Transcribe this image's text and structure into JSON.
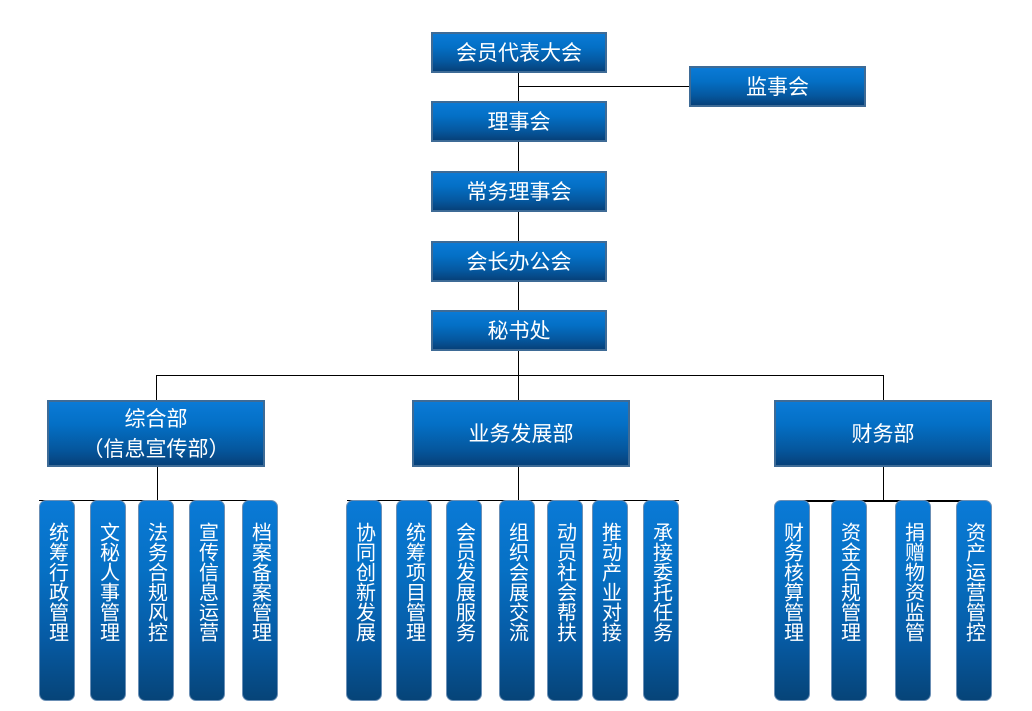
{
  "title": "组织架构图",
  "top_chain": [
    {
      "id": "congress",
      "label": "会员代表大会"
    },
    {
      "id": "council",
      "label": "理事会"
    },
    {
      "id": "standing-council",
      "label": "常务理事会"
    },
    {
      "id": "president-office",
      "label": "会长办公会"
    },
    {
      "id": "secretariat",
      "label": "秘书处"
    }
  ],
  "supervisory_board": {
    "label": "监事会"
  },
  "departments": [
    {
      "id": "general",
      "label_line1": "综合部",
      "label_line2": "（信息宣传部）",
      "units": [
        "统筹行政管理",
        "文秘人事管理",
        "法务合规风控",
        "宣传信息运营",
        "档案备案管理"
      ]
    },
    {
      "id": "business",
      "label_line1": "业务发展部",
      "label_line2": "",
      "units": [
        "协同创新发展",
        "统筹项目管理",
        "会员发展服务",
        "组织会展交流",
        "动员社会帮扶",
        "推动产业对接",
        "承接委托任务"
      ]
    },
    {
      "id": "finance",
      "label_line1": "财务部",
      "label_line2": "",
      "units": [
        "财务核算管理",
        "资金合规管理",
        "捐赠物资监管",
        "资产运营管控"
      ]
    }
  ],
  "colors": {
    "box_top": "#0a7ad6",
    "box_bottom": "#06417a",
    "border": "#3e6b96",
    "text": "#ffffff",
    "connector": "#000000"
  }
}
